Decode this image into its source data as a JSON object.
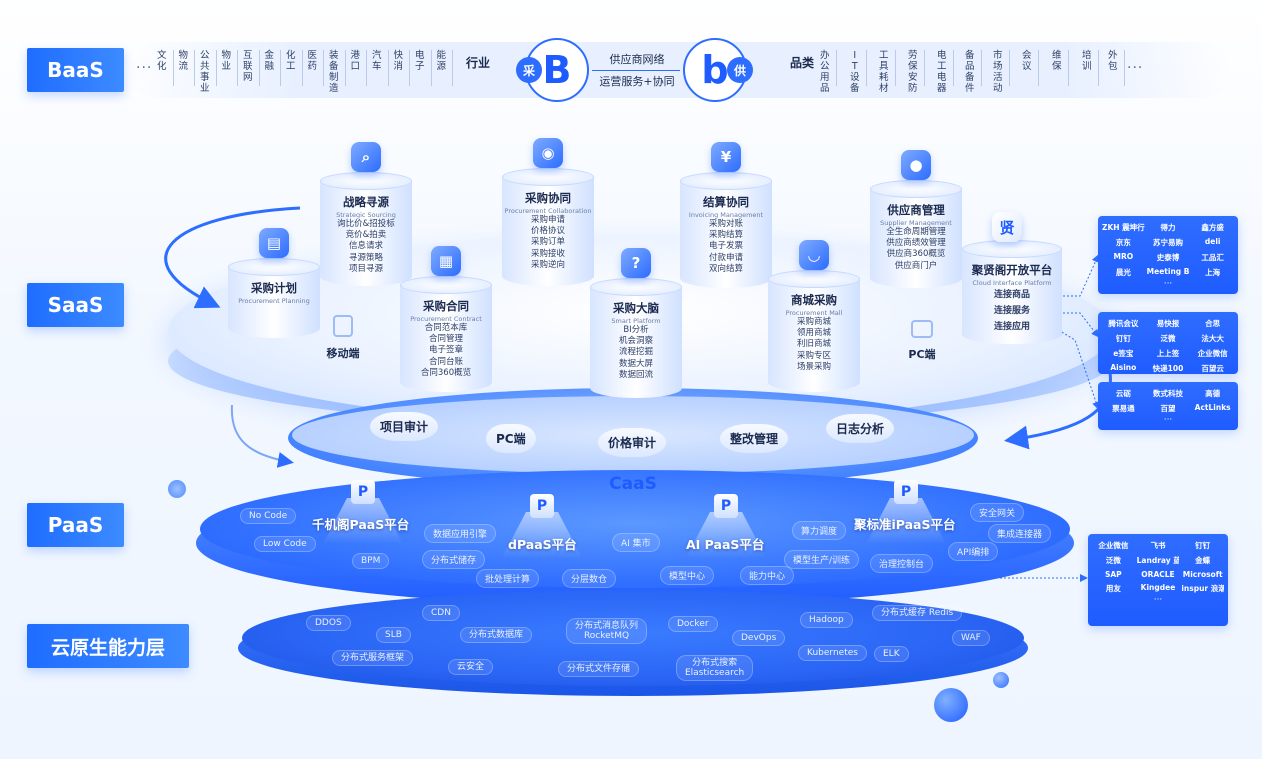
{
  "layers": {
    "baas": "BaaS",
    "saas": "SaaS",
    "paas": "PaaS",
    "cloud": "云原生能力层"
  },
  "baas": {
    "leading_dots": "···",
    "industries": [
      "文化",
      "物流",
      "公共事业",
      "物业",
      "互联网",
      "金融",
      "化工",
      "医药",
      "装备制造",
      "港口",
      "汽车",
      "快消",
      "电子",
      "能源"
    ],
    "industry_title": "行业",
    "buyer_badge": "采",
    "buyer_letter": "B",
    "mid_top": "供应商网络",
    "mid_bottom": "运营服务+协同",
    "supplier_letter": "b",
    "supplier_badge": "供",
    "category_title": "品类",
    "categories": [
      "办公用品",
      "IT设备",
      "工具耗材",
      "劳保安防",
      "电工电器",
      "备品备件",
      "市场活动",
      "会议",
      "维保",
      "培训",
      "外包"
    ],
    "trailing_dots": "···"
  },
  "saas": {
    "modules": [
      {
        "title": "采购计划",
        "sub": "Procurement Planning",
        "items": []
      },
      {
        "title": "战略寻源",
        "sub": "Strategic Sourcing",
        "items": [
          "询比价&招投标",
          "竞价&拍卖",
          "信息请求",
          "寻源策略",
          "项目寻源"
        ]
      },
      {
        "title": "采购合同",
        "sub": "Procurement Contract",
        "items": [
          "合同范本库",
          "合同管理",
          "电子签章",
          "合同台账",
          "合同360概览"
        ]
      },
      {
        "title": "采购协同",
        "sub": "Procurement Collaboration",
        "items": [
          "采购申请",
          "价格协议",
          "采购订单",
          "采购接收",
          "采购逆向"
        ]
      },
      {
        "title": "采购大脑",
        "sub": "Smart Platform",
        "items": [
          "BI分析",
          "机会洞察",
          "流程挖掘",
          "数据大屏",
          "数据回流"
        ]
      },
      {
        "title": "结算协同",
        "sub": "Invoicing Management",
        "items": [
          "采购对账",
          "采购结算",
          "电子发票",
          "付款申请",
          "双向结算"
        ]
      },
      {
        "title": "商城采购",
        "sub": "Procurement Mall",
        "items": [
          "采购商城",
          "领用商城",
          "利旧商城",
          "采购专区",
          "场景采购"
        ]
      },
      {
        "title": "供应商管理",
        "sub": "Supplier Management",
        "items": [
          "全生命周期管理",
          "供应商绩效管理",
          "供应商360概览",
          "供应商门户"
        ]
      },
      {
        "title": "聚贤阁开放平台",
        "sub": "Cloud Interface Platform",
        "items": [
          "连接商品",
          "连接服务",
          "连接应用"
        ]
      }
    ],
    "mobile": "移动端",
    "pc": "PC端",
    "open_icon": "贤"
  },
  "caas": {
    "title": "CaaS",
    "items": [
      "项目审计",
      "PC端",
      "价格审计",
      "整改管理",
      "日志分析"
    ]
  },
  "paas": {
    "platforms": [
      "千机阁PaaS平台",
      "dPaaS平台",
      "AI PaaS平台",
      "聚标准iPaaS平台"
    ],
    "pmark": "P",
    "pills": [
      "No Code",
      "Low Code",
      "BPM",
      "数据应用引擎",
      "分布式储存",
      "批处理计算",
      "分层数仓",
      "AI 集市",
      "模型中心",
      "能力中心",
      "算力调度",
      "模型生产/训练",
      "安全网关",
      "集成连接器",
      "API编排",
      "治理控制台"
    ]
  },
  "cloud": {
    "items": [
      "DDOS",
      "CDN",
      "SLB",
      "分布式数据库",
      "分布式消息队列\nRocketMQ",
      "Docker",
      "Hadoop",
      "分布式缓存 Redis",
      "DevOps",
      "WAF",
      "分布式服务框架",
      "云安全",
      "分布式文件存储",
      "分布式搜索\nElasticsearch",
      "Kubernetes",
      "ELK"
    ]
  },
  "partners": {
    "card1": [
      "ZKH 震坤行",
      "得力",
      "鑫方盛",
      "京东",
      "苏宁易购",
      "deli",
      "MRO",
      "史泰博",
      "工品汇",
      "晨光",
      "Meeting Best",
      "上海"
    ],
    "card2": [
      "腾讯会议",
      "易快报",
      "合思",
      "钉钉",
      "泛微",
      "法大大",
      "e签宝",
      "上上签",
      "企业微信",
      "Aisino",
      "快递100",
      "百望云"
    ],
    "card3": [
      "云砺",
      "数式科技",
      "高德",
      "票易通",
      "百望",
      "ActLinks"
    ],
    "card4": [
      "企业微信",
      "飞书",
      "钉钉",
      "泛微",
      "Landray 蓝凌",
      "金蝶",
      "SAP",
      "ORACLE",
      "Microsoft",
      "用友",
      "Kingdee",
      "inspur 浪潮"
    ],
    "more": "···"
  },
  "colors": {
    "accent": "#1f5cff",
    "label_bg": "#2d6dff"
  }
}
